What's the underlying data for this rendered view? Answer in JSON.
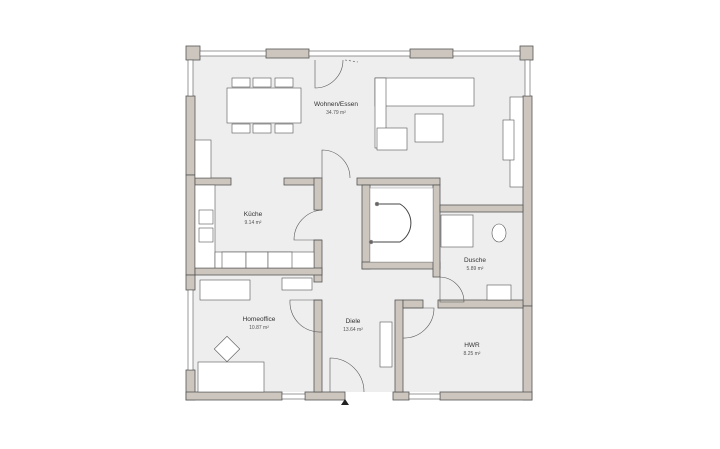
{
  "plan": {
    "colors": {
      "wall": "#cdc6bf",
      "wall_outline": "#555555",
      "floor": "#eeeeee",
      "furniture": "#ffffff",
      "background": "#ffffff"
    },
    "rooms": [
      {
        "id": "wohnen",
        "name": "Wohnen/Essen",
        "area": "34.79 m²"
      },
      {
        "id": "kueche",
        "name": "Küche",
        "area": "9.14 m²"
      },
      {
        "id": "homeoffice",
        "name": "Homeoffice",
        "area": "10.87 m²"
      },
      {
        "id": "diele",
        "name": "Diele",
        "area": "13.64 m²"
      },
      {
        "id": "dusche",
        "name": "Dusche",
        "area": "5.89 m²"
      },
      {
        "id": "hwr",
        "name": "HWR",
        "area": "8.25 m²"
      }
    ],
    "entrance_marker": "entrance-arrow"
  }
}
